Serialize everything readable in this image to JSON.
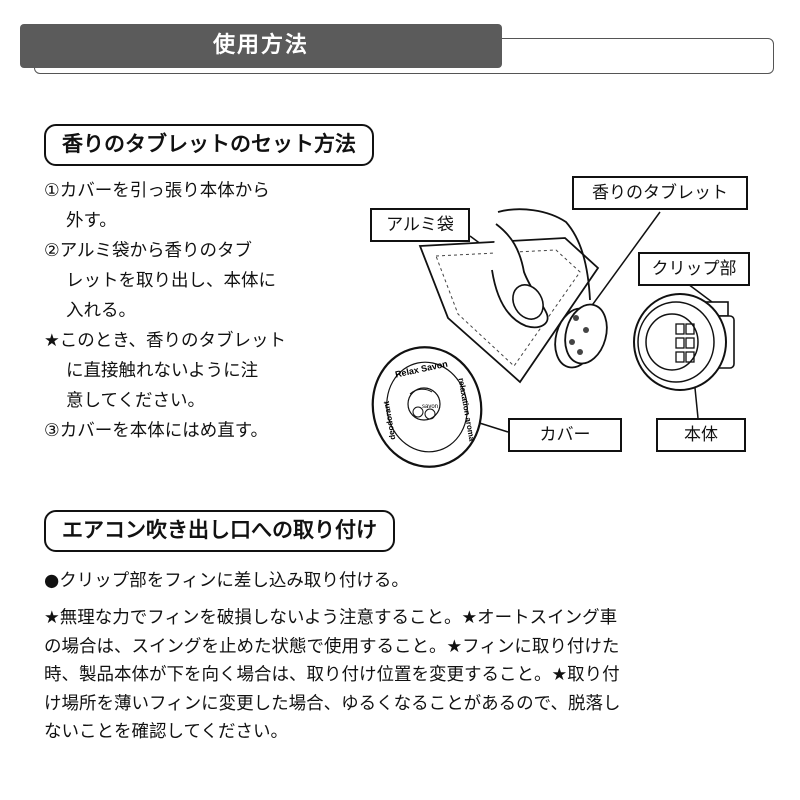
{
  "header": {
    "title": "使用方法"
  },
  "section1": {
    "title": "香りのタブレットのセット方法",
    "steps": [
      "①カバーを引っ張り本体から",
      "外す。",
      "②アルミ袋から香りのタブ",
      "レットを取り出し、本体に",
      "入れる。",
      "★このとき、香りのタブレット",
      "に直接触れないように注",
      "意してください。",
      "③カバーを本体にはめ直す。"
    ]
  },
  "illustration": {
    "labels": {
      "tablet": "香りのタブレット",
      "foil_bag": "アルミ袋",
      "clip": "クリップ部",
      "cover": "カバー",
      "body": "本体"
    },
    "cover_text": {
      "top": "Relax Savon",
      "left": "deodorant",
      "right": "relaxation aroma",
      "center": "savon"
    }
  },
  "section2": {
    "title": "エアコン吹き出し口への取り付け",
    "bullet": "●クリップ部をフィンに差し込み取り付ける。",
    "notes": [
      "★無理な力でフィンを破損しないよう注意すること。★オートスイング車",
      "の場合は、スイングを止めた状態で使用すること。★フィンに取り付けた",
      "時、製品本体が下を向く場合は、取り付け位置を変更すること。★取り付",
      "け場所を薄いフィンに変更した場合、ゆるくなることがあるので、脱落し",
      "ないことを確認してください。"
    ]
  }
}
